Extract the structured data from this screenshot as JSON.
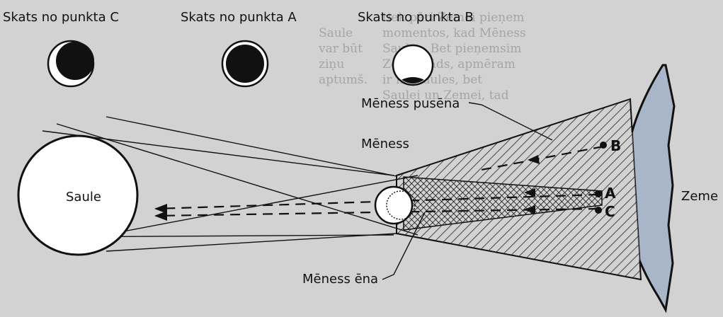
{
  "views": {
    "c": "Skats no punkta C",
    "a": "Skats no punkta A",
    "b": "Skats no punkta B"
  },
  "labels": {
    "sun": "Saule",
    "moon": "Mēness",
    "penumbra": "Mēness pusēna",
    "umbra": "Mēness ēna",
    "earth": "Zeme",
    "point_a": "A",
    "point_b": "B",
    "point_c": "C"
  },
  "colors": {
    "background": "#d2d2d2",
    "earth_fill": "#a9b6c9",
    "ink": "#111111"
  }
}
